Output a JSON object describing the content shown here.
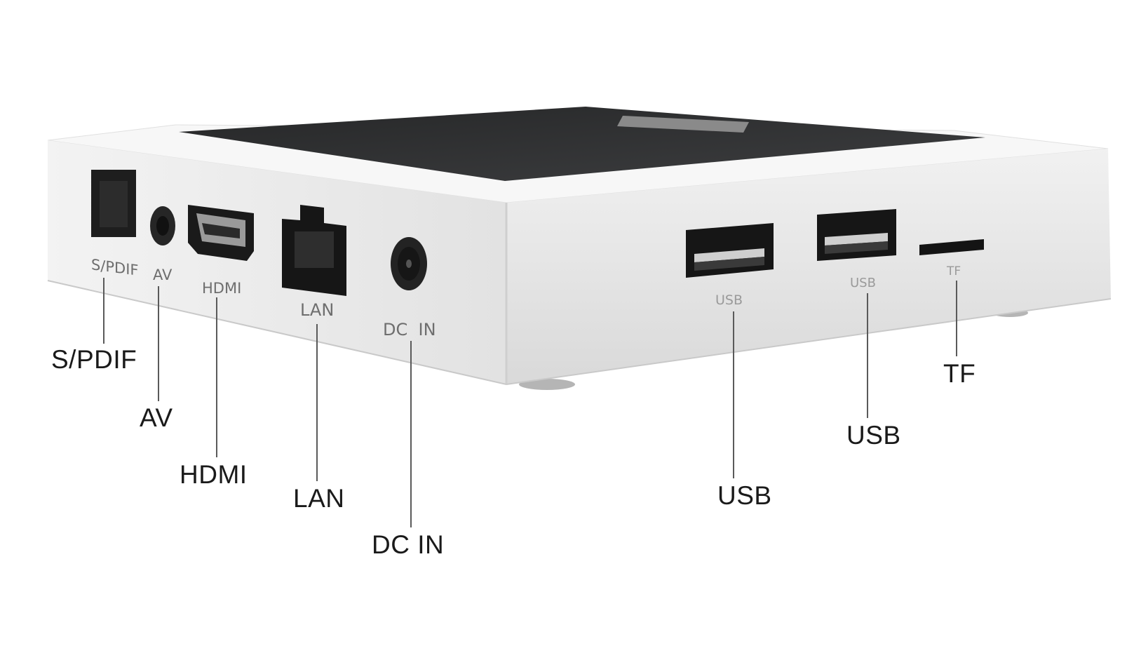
{
  "brand_badge": "",
  "device_printed_labels": {
    "spdif": "S/PDIF",
    "av": "AV",
    "hdmi": "HDMI",
    "lan": "LAN",
    "dcin": "DC  IN",
    "usb1": "USB",
    "usb2": "USB",
    "tf": "TF"
  },
  "callouts": {
    "spdif": "S/PDIF",
    "av": "AV",
    "hdmi": "HDMI",
    "lan": "LAN",
    "dcin": "DC IN",
    "usb1": "USB",
    "usb2": "USB",
    "tf": "TF"
  },
  "colors": {
    "body": "#ececec",
    "top_cover": "#333436",
    "port_black": "#1c1c1c",
    "leader_line": "#5a5a5a",
    "callout_text": "#1a1a1a"
  }
}
